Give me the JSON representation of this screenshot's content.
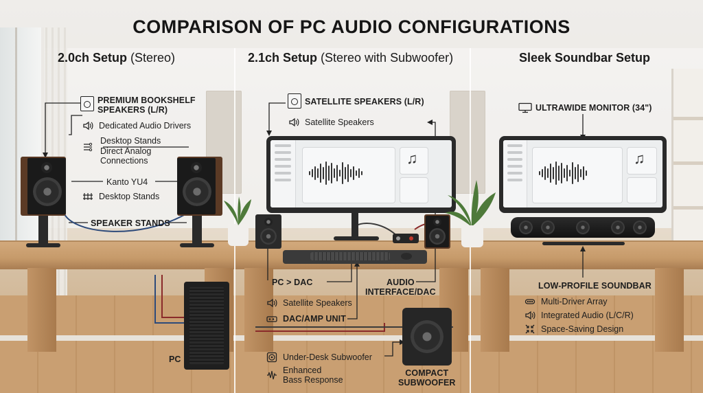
{
  "title": "COMPARISON OF PC AUDIO CONFIGURATIONS",
  "sections": {
    "s1": {
      "heading_bold": "2.0ch Setup",
      "heading_rest": " (Stereo)"
    },
    "s2": {
      "heading_bold": "2.1ch Setup",
      "heading_rest": " (Stereo with Subwoofer)"
    },
    "s3": {
      "heading_bold": "Sleek Soundbar Setup",
      "heading_rest": ""
    }
  },
  "labels": {
    "s1_premium_line1": "PREMIUM BOOKSHELF",
    "s1_premium_line2": "SPEAKERS (L/R)",
    "s1_dedicated": "Dedicated Audio Drivers",
    "s1_desktop_stands_a": "Desktop Stands",
    "s1_direct_analog_line1": "Direct Analog",
    "s1_direct_analog_line2": "Connections",
    "s1_kanto": "Kanto YU4",
    "s1_desktop_stands_b": "Desktop Stands",
    "s1_speaker_stands": "SPEAKER STANDS",
    "s1_pc": "PC",
    "s2_satellite_caps": "SATELLITE SPEAKERS (L/R)",
    "s2_satellite_a": "Satellite Speakers",
    "s2_pc_dac": "PC > DAC",
    "s2_audio_interface_line1": "AUDIO",
    "s2_audio_interface_line2": "INTERFACE/DAC",
    "s2_satellite_b": "Satellite Speakers",
    "s2_dac_amp": "DAC/AMP UNIT",
    "s2_under_desk_sub": "Under-Desk Subwoofer",
    "s2_enhanced_line1": "Enhanced",
    "s2_enhanced_line2": "Bass Response",
    "s2_compact_line1": "COMPACT",
    "s2_compact_line2": "SUBWOOFER",
    "s3_monitor": "ULTRAWIDE MONITOR (34\")",
    "s3_low_profile": "LOW-PROFILE SOUNDBAR",
    "s3_multi_driver": "Multi-Driver Array",
    "s3_integrated": "Integrated Audio (L/C/R)",
    "s3_space_saving": "Space-Saving Design"
  },
  "icons": {
    "speaker_box": "speaker-box-icon",
    "sound": "sound-wave-icon",
    "connections": "connection-icon",
    "stand": "stand-icon",
    "monitor": "monitor-icon",
    "dac": "dac-unit-icon",
    "sub": "subwoofer-icon",
    "bass": "bass-wave-icon",
    "array": "driver-array-icon",
    "compress": "space-saving-icon"
  },
  "colors": {
    "title": "#151515",
    "wood": "#c69a6a",
    "speaker_wood": "#5b3a25",
    "wall": "#efedea"
  }
}
